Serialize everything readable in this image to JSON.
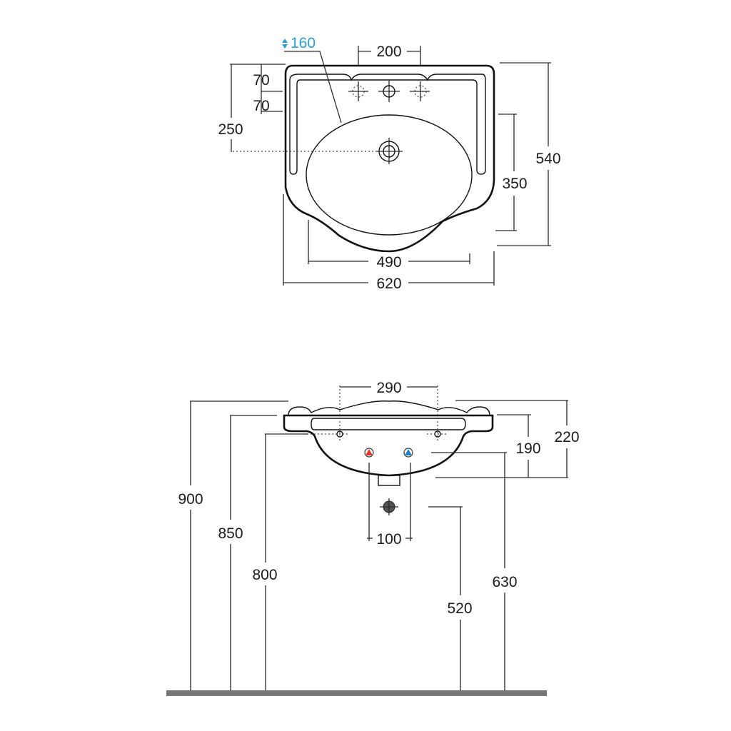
{
  "drawing": {
    "title": "Washbasin technical drawing",
    "views": [
      "top-view",
      "front-elevation"
    ],
    "units": "mm"
  },
  "top_view": {
    "overflow_label": "160",
    "overflow_icon": "up-down-arrow-icon",
    "tap_spacing": "200",
    "tap_offset_1": "70",
    "tap_offset_2": "70",
    "drain_depth": "250",
    "total_depth": "540",
    "bowl_depth": "350",
    "bowl_width": "490",
    "total_width": "620"
  },
  "front_view": {
    "fixing_spacing": "290",
    "height_220": "220",
    "height_190": "190",
    "waste_spacing": "100",
    "floor_to_top": "900",
    "floor_to_rim": "850",
    "floor_to_fixing": "800",
    "floor_to_supply": "630",
    "floor_to_waste": "520"
  },
  "colors": {
    "hot": "#e03a2b",
    "cold": "#1f7fc8",
    "overflow_label": "#2a9fd8",
    "floor": "#777777"
  }
}
